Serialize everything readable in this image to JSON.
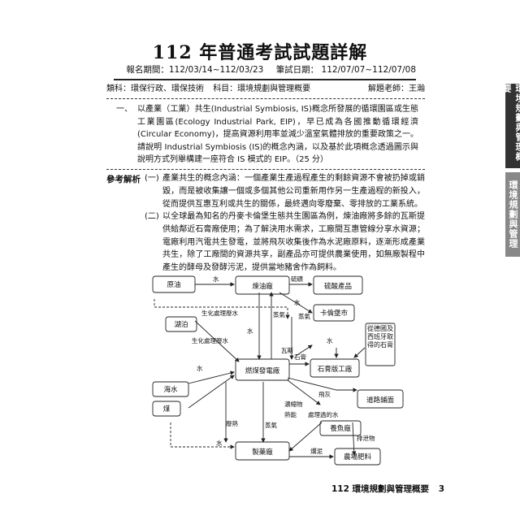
{
  "header": {
    "title": "112 年普通考試試題詳解",
    "registration_period": "報名期間：112/03/14~112/03/23",
    "exam_date": "筆試日期： 112/07/07~112/07/08"
  },
  "meta": {
    "category": "類科：環保行政、環保技術",
    "subject": "科目：環境規劃與管理概要",
    "teacher": "解題老師：王瀚"
  },
  "question": {
    "number": "一、",
    "text": "以產業（工業）共生(Industrial Symbiosis, IS)概念所發展的循環園區或生態工業園區(Ecology Industrial Park, EIP)，早已成為各國推動循環經濟(Circular Economy)，提高資源利用率並減少溫室氣體排放的重要政策之一。請說明 Industrial Symbiosis (IS)的概念內涵，以及基於此項概念透過圖示與說明方式列舉構建一座符合 IS 模式的 EIP。（25 分）"
  },
  "answer": {
    "label": "參考解析",
    "items": [
      {
        "number": "(一)",
        "text": "產業共生的概念內涵：一個產業生產過程產生的剩餘資源不會被扔掉或銷毀，而是被收集讓一個或多個其他公司重新用作另一生產過程的新投入，從而提供互惠互利或共生的關係，最終邁向零廢棄、零排放的工業系統。"
      },
      {
        "number": "(二)",
        "text": "以全球最為知名的丹麥卡倫堡生態共生園區為例，煉油廠將多餘的瓦斯提供給鄰近石膏廠使用；為了解決用水需求，工廠間互惠管線分享水資源；電廠利用汽電共生發電，並將飛灰收集後作為水泥廠原料，逐漸形成產業共生，除了工廠間的資源共享，副產品亦可提供農業使用，如無廠製程中產生的酵母及發酵污泥，提供當地豬舍作為飼料。"
      }
    ]
  },
  "side_tabs": [
    "環境規劃與管理概要",
    "環境規劃與管理"
  ],
  "diagram": {
    "nodes": {
      "crude": "原油",
      "refinery": "煉油廠",
      "sulfuric": "硫酸產品",
      "kalundborg": "卡倫堡市",
      "lake": "湖泊",
      "power": "燃煤發電廠",
      "gypsum": "石膏版工廠",
      "sea": "海水",
      "coal": "煤",
      "road": "道路鋪面",
      "fish": "養魚廠",
      "pharma": "製藥廠",
      "fertilizer": "農場肥料",
      "spain": "從德國及西班牙取得的石膏"
    },
    "labels": {
      "water": "水",
      "sulfur": "硫磺",
      "steam": "蒸氣",
      "treated_waste": "生化處理廢水",
      "gas": "瓦斯",
      "gypsum": "石膏",
      "flyash": "飛灰",
      "scrubber": "濃縮物",
      "heat": "熱能",
      "treated_water": "處理過的水",
      "waste_heat": "廢熱",
      "excreta": "排泄物",
      "sludge": "爛泥"
    }
  },
  "footer": {
    "text": "112 環境規劃與管理概要",
    "page": "3"
  }
}
